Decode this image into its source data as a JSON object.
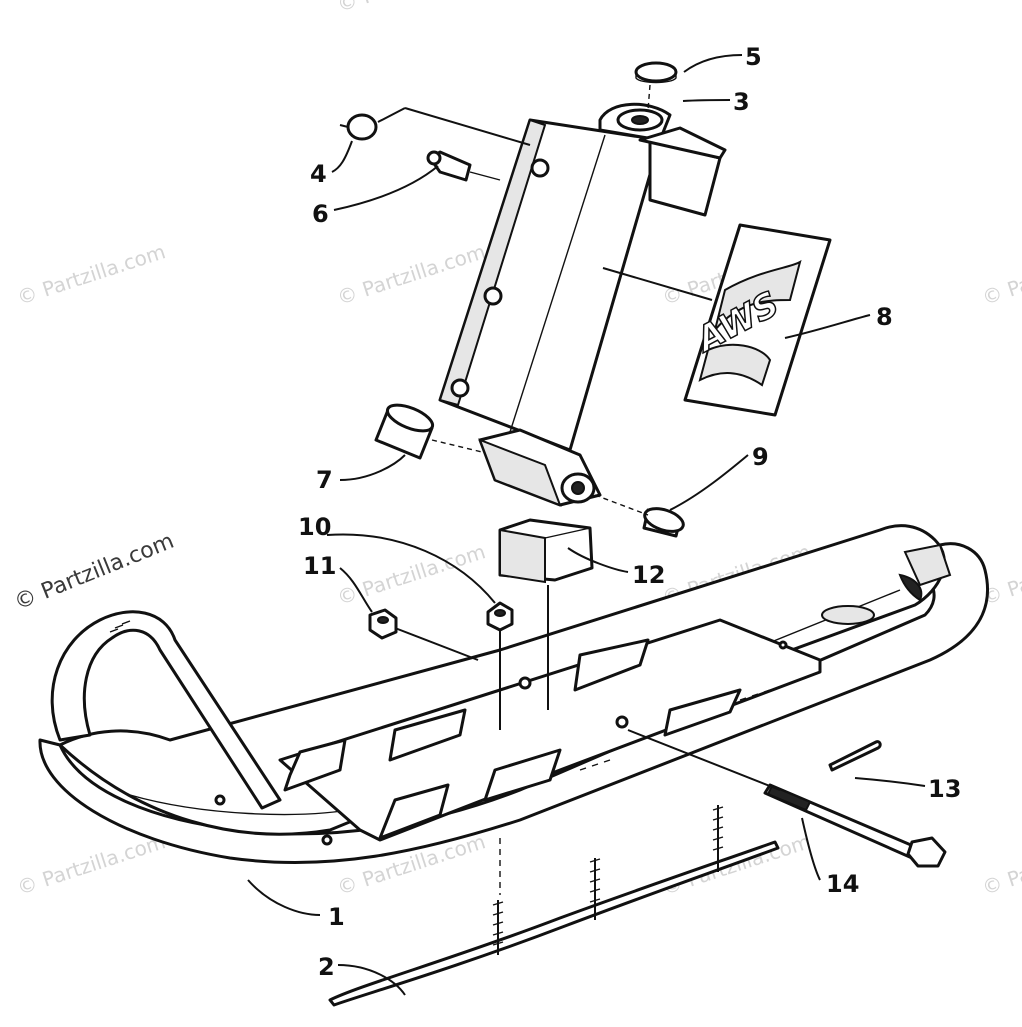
{
  "watermarks": [
    "© Partzilla.com",
    "© Partzilla.com",
    "© Partzilla.com",
    "© Partzilla.com",
    "© Partzilla.com",
    "© Partzilla.com",
    "© Partzilla.com",
    "© Partzilla.com",
    "© Partzilla.com",
    "© Partzilla.com",
    "© Partzilla.com",
    "© Partzilla.com"
  ],
  "main_watermark": "© Partzilla.com",
  "decal_text": "AWS",
  "callouts": {
    "c1": "1",
    "c2": "2",
    "c3": "3",
    "c4": "4",
    "c5": "5",
    "c6": "6",
    "c7": "7",
    "c8": "8",
    "c9": "9",
    "c10": "10",
    "c11": "11",
    "c12": "12",
    "c13": "13",
    "c14": "14"
  }
}
